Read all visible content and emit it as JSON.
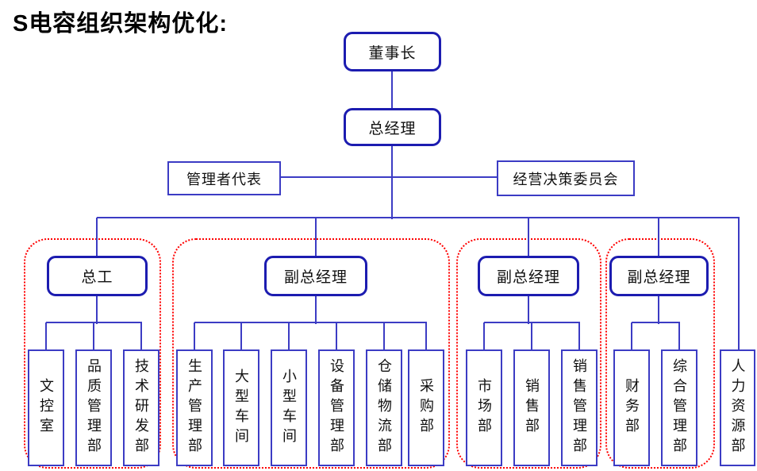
{
  "title": "S电容组织架构优化:",
  "colors": {
    "thick_border": "#1c1cb0",
    "thin_border": "#3c3cc4",
    "line": "#3c3cc4",
    "group_outline": "#ff0000",
    "text": "#111111",
    "background": "#ffffff"
  },
  "nodes": {
    "chairman": "董事长",
    "general_manager": "总经理",
    "management_rep": "管理者代表",
    "decision_committee": "经营决策委员会",
    "chief_engineer": "总工",
    "deputy_gm_1": "副总经理",
    "deputy_gm_2": "副总经理",
    "deputy_gm_3": "副总经理"
  },
  "departments": {
    "group1": [
      "文控室",
      "品质管理部",
      "技术研发部"
    ],
    "group2": [
      "生产管理部",
      "大型车间",
      "小型车间",
      "设备管理部",
      "仓储物流部",
      "采购部"
    ],
    "group3": [
      "市场部",
      "销售部",
      "销售管理部"
    ],
    "group4": [
      "财务部",
      "综合管理部"
    ],
    "standalone": [
      "人力资源部"
    ]
  }
}
